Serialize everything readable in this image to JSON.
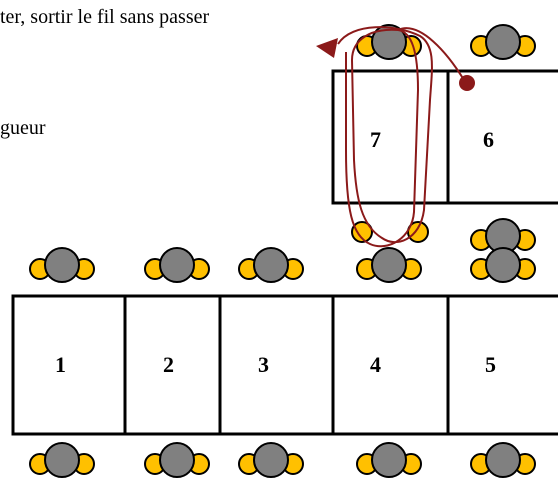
{
  "text": {
    "line1": "ter, sortir le fil sans passer",
    "line2": "gueur"
  },
  "cells": [
    {
      "label": "1"
    },
    {
      "label": "2"
    },
    {
      "label": "3"
    },
    {
      "label": "4"
    },
    {
      "label": "5"
    },
    {
      "label": "6"
    },
    {
      "label": "7"
    }
  ],
  "colors": {
    "bead_gray": "#808080",
    "bead_gold": "#ffc000",
    "thread": "#8b1a1a",
    "outline": "#000000"
  }
}
